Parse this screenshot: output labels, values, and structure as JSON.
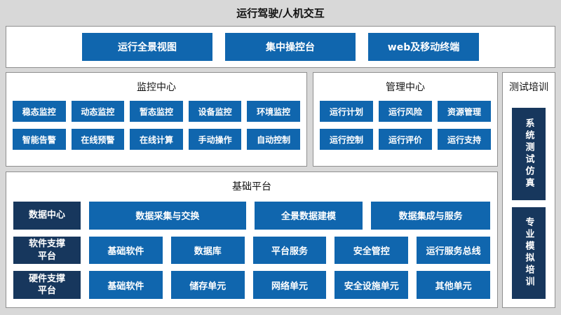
{
  "page_title": "运行驾驶/人机交互",
  "top_bar": {
    "items": [
      "运行全景视图",
      "集中操控台",
      "web及移动终端"
    ]
  },
  "monitoring_center": {
    "title": "监控中心",
    "row1": [
      "稳态监控",
      "动态监控",
      "暂态监控",
      "设备监控",
      "环境监控"
    ],
    "row2": [
      "智能告警",
      "在线预警",
      "在线计算",
      "手动操作",
      "自动控制"
    ]
  },
  "management_center": {
    "title": "管理中心",
    "row1": [
      "运行计划",
      "运行风险",
      "资源管理"
    ],
    "row2": [
      "运行控制",
      "运行评价",
      "运行支持"
    ]
  },
  "test_training": {
    "title": "测试培训",
    "items": [
      "系统测试仿真",
      "专业模拟培训"
    ]
  },
  "base_platform": {
    "title": "基础平台",
    "rows": [
      {
        "label": "数据中心",
        "items": [
          "数据采集与交换",
          "全景数据建模",
          "数据集成与服务"
        ]
      },
      {
        "label": "软件支撑平台",
        "items": [
          "基础软件",
          "数据库",
          "平台服务",
          "安全管控",
          "运行服务总线"
        ]
      },
      {
        "label": "硬件支撑平台",
        "items": [
          "基础软件",
          "储存单元",
          "网络单元",
          "安全设施单元",
          "其他单元"
        ]
      }
    ]
  },
  "colors": {
    "accent_blue": "#1066ae",
    "dark_navy": "#17375d",
    "page_background": "#d8d8d8",
    "panel_background": "#ffffff",
    "panel_border": "#8f8f8f",
    "text_on_blocks": "#ffffff",
    "title_text": "#111111"
  }
}
